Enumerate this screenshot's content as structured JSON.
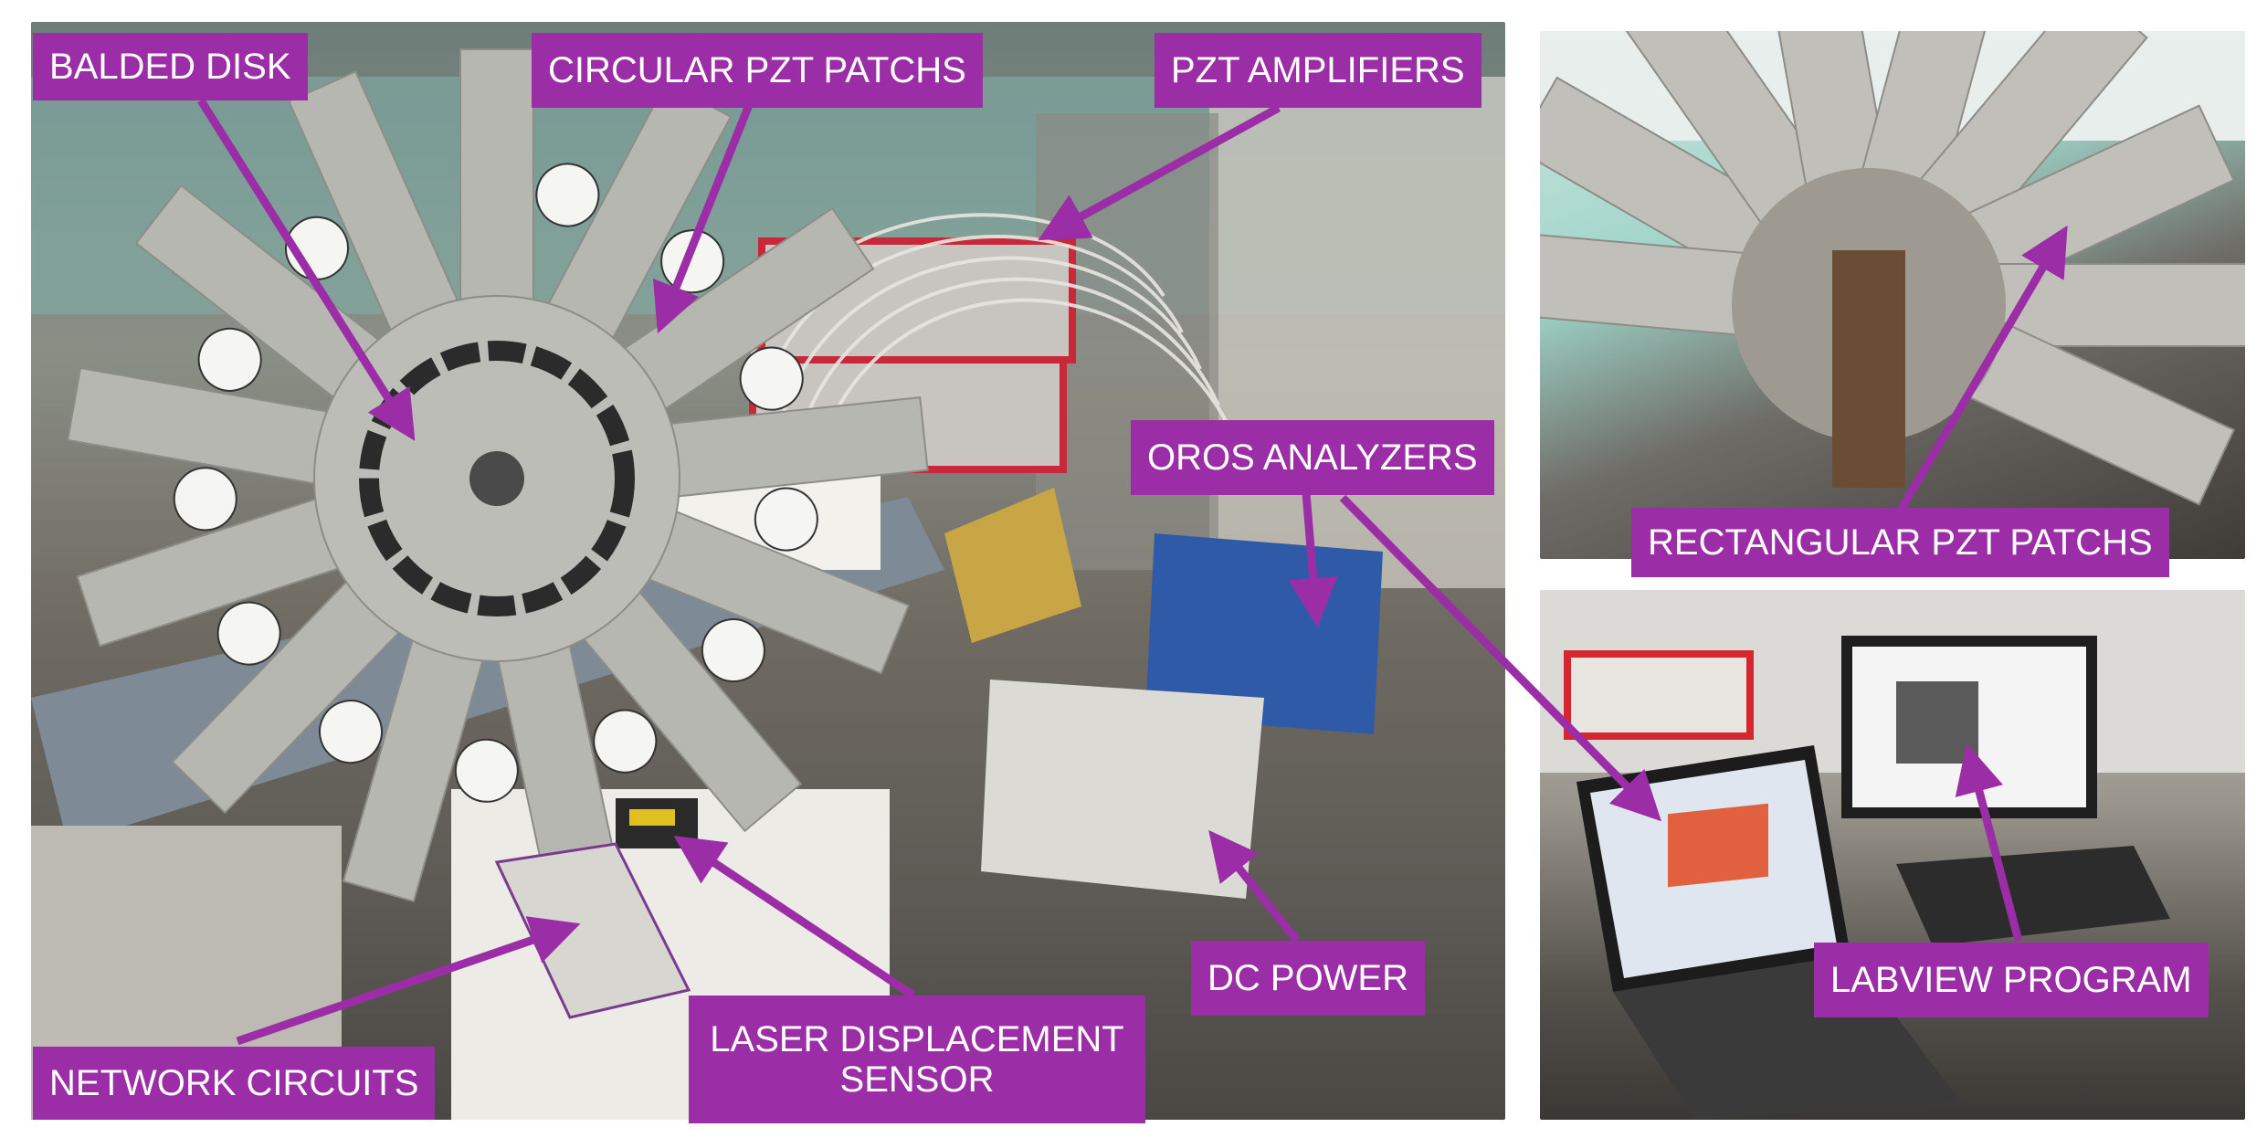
{
  "labels": {
    "bladed_disk": "BALDED DISK",
    "circular_pzt": "CIRCULAR PZT PATCHS",
    "pzt_amplifiers": "PZT AMPLIFIERS",
    "oros_analyzers": "OROS ANALYZERS",
    "dc_power": "DC POWER",
    "laser_line1": "LASER DISPLACEMENT",
    "laser_line2": "SENSOR",
    "network_circuits": "NETWORK CIRCUITS",
    "rectangular_pzt": "RECTANGULAR PZT PATCHS",
    "labview": "LABVIEW PROGRAM"
  },
  "colors": {
    "label_bg": "#9b2ea6",
    "label_text": "#ffffff",
    "arrow": "#9b2ea6"
  }
}
